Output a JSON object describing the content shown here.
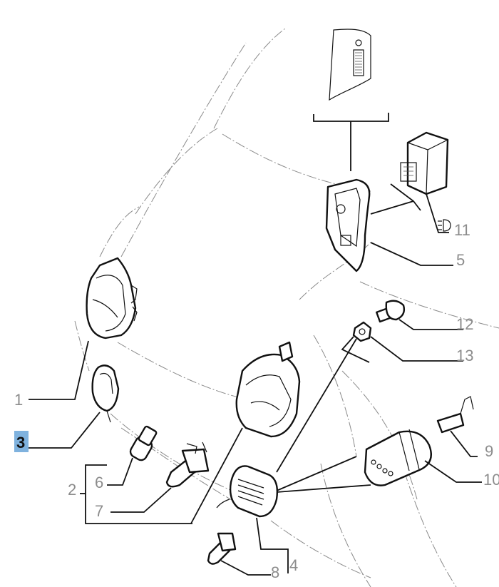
{
  "callouts": {
    "c1": "1",
    "c2": "2",
    "c3": "3",
    "c4": "4",
    "c5": "5",
    "c6": "6",
    "c7": "7",
    "c8": "8",
    "c9": "9",
    "c10": "10",
    "c11": "11",
    "c12": "12",
    "c13": "13"
  },
  "highlighted_callout": "3",
  "colors": {
    "highlight": "#7fb2de",
    "callout_text": "#8c8c8c",
    "line": "#111111"
  }
}
